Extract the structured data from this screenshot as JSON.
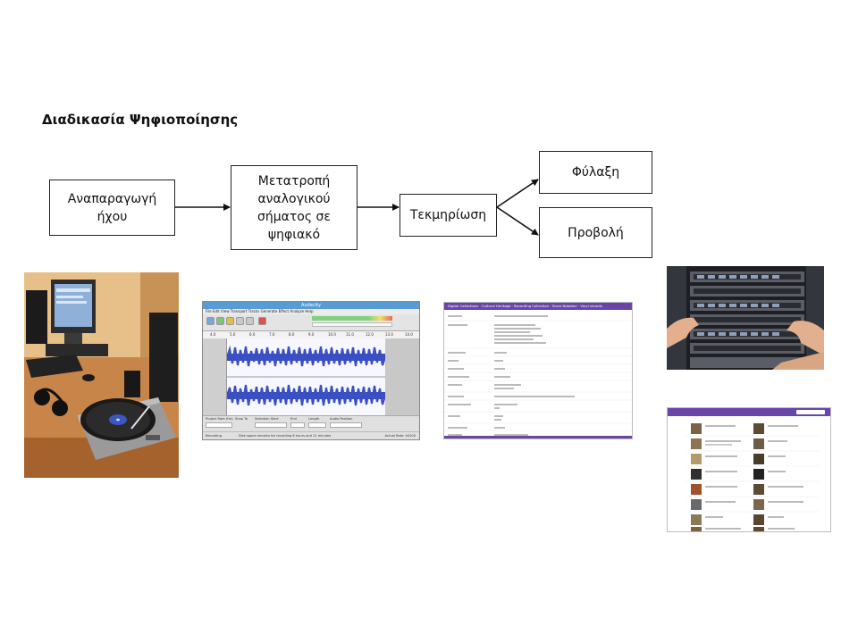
{
  "title": "Διαδικασία Ψηφιοποίησης",
  "diagram": {
    "nodes": [
      {
        "id": "playback",
        "label": "Αναπαραγωγή\nήχου"
      },
      {
        "id": "conversion",
        "label": "Μετατροπή\nαναλογικού\nσήματος σε\nψηφιακό"
      },
      {
        "id": "documentation",
        "label": "Τεκμηρίωση"
      },
      {
        "id": "storage",
        "label": "Φύλαξη"
      },
      {
        "id": "display",
        "label": "Προβολή"
      }
    ],
    "edges": [
      {
        "from": "playback",
        "to": "conversion"
      },
      {
        "from": "conversion",
        "to": "documentation"
      },
      {
        "from": "documentation",
        "to": "storage"
      },
      {
        "from": "documentation",
        "to": "display"
      }
    ]
  },
  "images": {
    "audacity": {
      "window_title": "Audacity",
      "menu": "File  Edit  View  Transport  Tracks  Generate  Effect  Analyze  Help",
      "ruler_ticks": [
        "4.0",
        "5.0",
        "6.0",
        "7.0",
        "8.0",
        "9.0",
        "10.0",
        "11.0",
        "12.0",
        "13.0",
        "14.0"
      ],
      "bottom_labels": [
        "Project Rate (Hz):",
        "Snap To",
        "Selection Start",
        "End",
        "Length",
        "Audio Position"
      ],
      "status_left": "Recording",
      "status_mid": "Disk space remains for recording 8 hours and 11 minutes",
      "status_right": "Actual Rate: 44100"
    },
    "record": {
      "header": "Digital Collections  ·  Cultural Heritage  ·  Recording Collection  ·  Score Notation  ·  Vinyl records"
    }
  },
  "colors": {
    "box_border": "#222222",
    "wave": "#3b4fc4",
    "catalogue_purple": "#6a45a8",
    "audacity_title": "#5b9bd5"
  }
}
